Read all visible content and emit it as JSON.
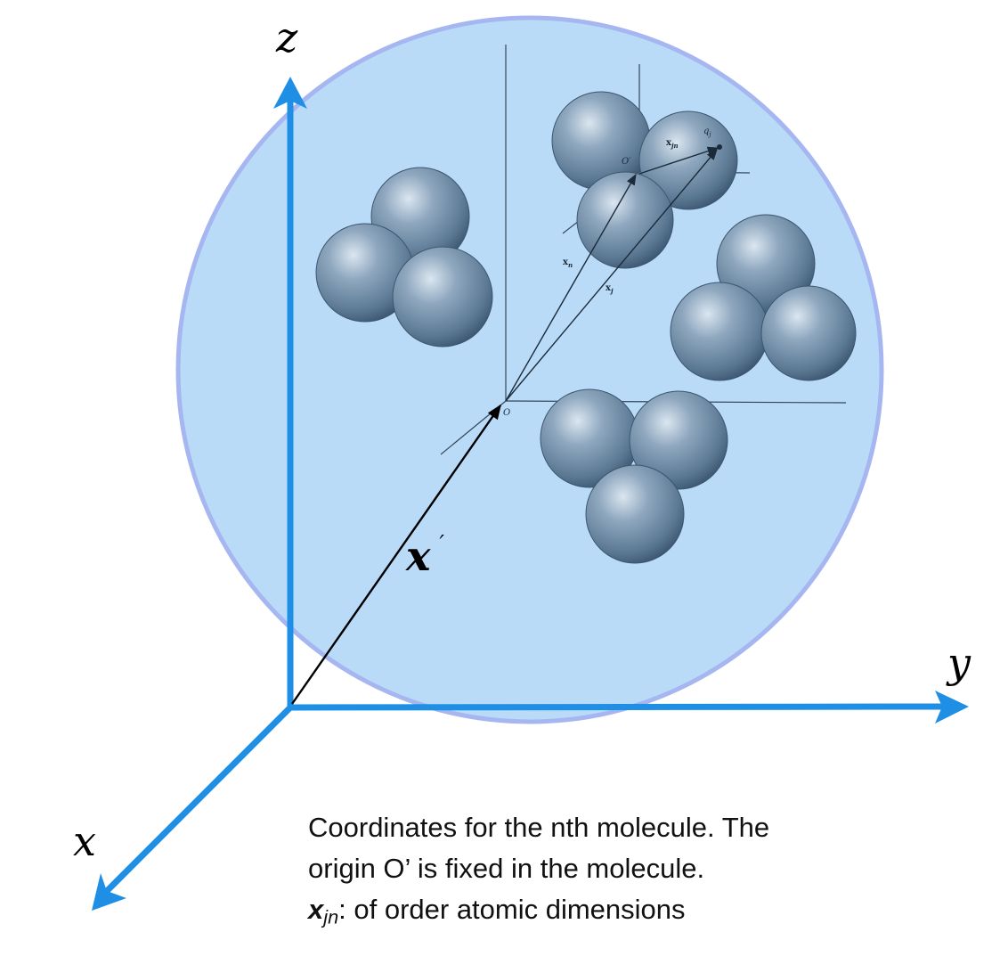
{
  "axes": {
    "z_label": "z",
    "y_label": "y",
    "x_label": "x"
  },
  "vectors": {
    "x_prime_label": "x",
    "x_prime_mark": "′",
    "x_n_label": "x",
    "x_n_sub": "n",
    "x_j_label": "x",
    "x_j_sub": "j",
    "x_jn_label": "x",
    "x_jn_sub": "jn"
  },
  "points": {
    "origin_label": "O",
    "origin_prime_label": "O′",
    "q_label": "q",
    "q_sub": "j"
  },
  "caption": {
    "line1": "Coordinates for the nth molecule.  The",
    "line2": "origin O’ is fixed in the molecule.",
    "line3_symbol": "x",
    "line3_sub": "jn",
    "line3_rest": ": of order atomic dimensions"
  },
  "colors": {
    "axis_blue": "#1f8fe6",
    "sphere_fill": "#b9dbf8",
    "sphere_edge": "#a6b6f0",
    "atom_base": "#6f8eaa",
    "atom_dark": "#3c5670"
  }
}
